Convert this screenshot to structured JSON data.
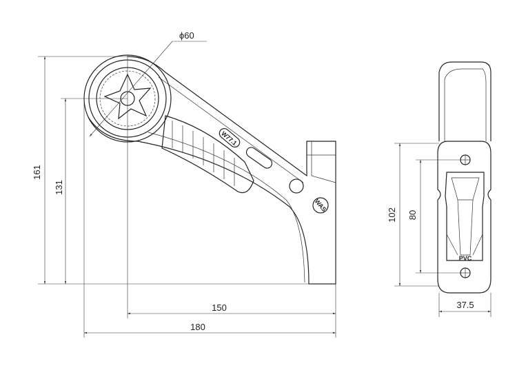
{
  "dimensions": {
    "diameter": "ϕ60",
    "total_height": "161",
    "center_height": "131",
    "center_to_base": "150",
    "total_length": "180",
    "plate_height": "102",
    "hole_spacing": "80",
    "plate_width": "37.5"
  },
  "markings": {
    "model": "W77.1",
    "brand_logo": "WAS",
    "material": "PVC"
  }
}
